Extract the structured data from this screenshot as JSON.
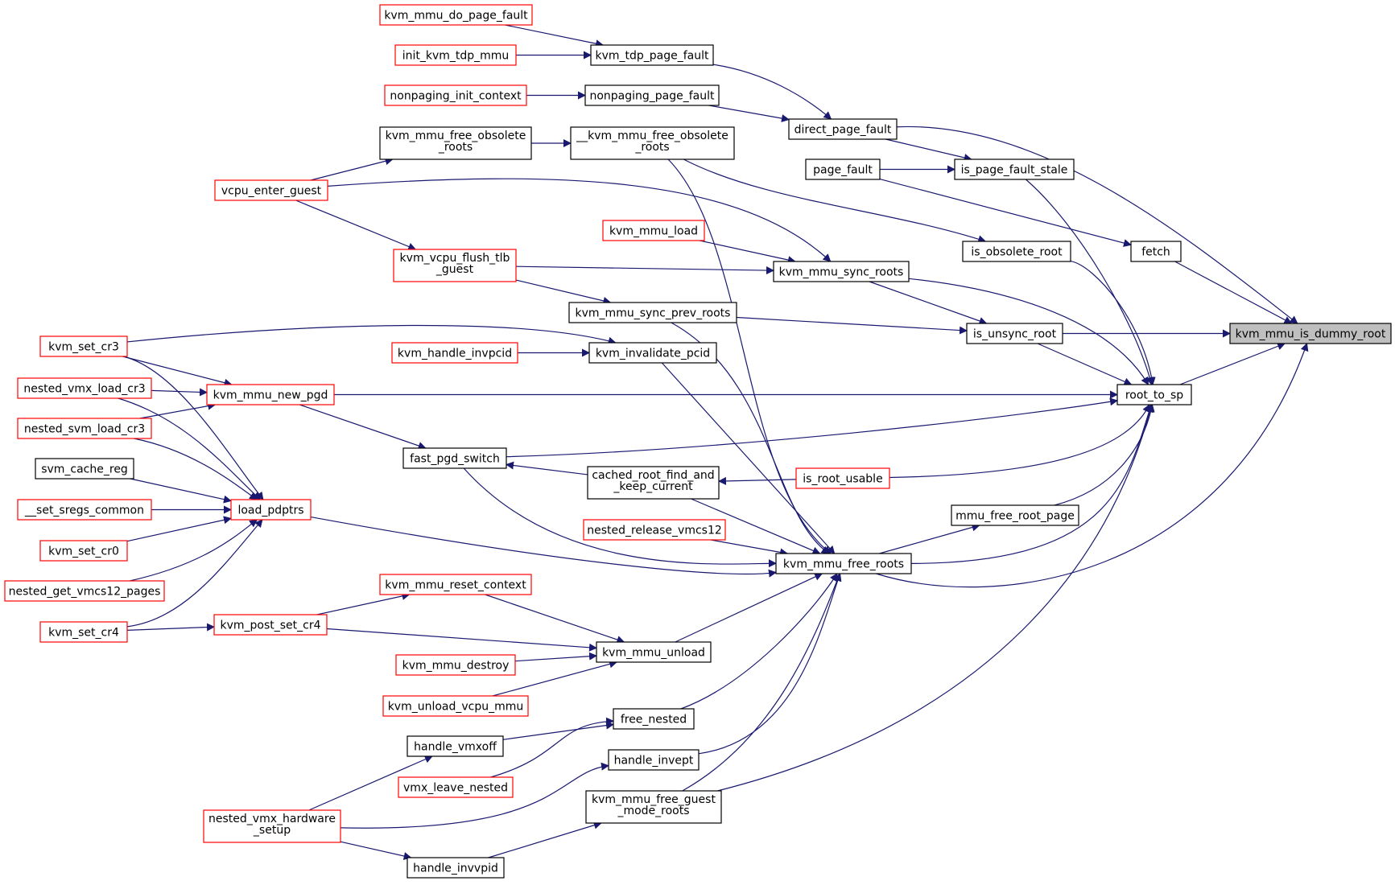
{
  "colors": {
    "edge": "#191970",
    "link_node_border": "#ff0000",
    "doc_node_border": "#000000",
    "root_fill": "#bfbfbf"
  },
  "nodes": {
    "kvm_mmu_is_dummy_root": "kvm_mmu_is_dummy_root",
    "root_to_sp": "root_to_sp",
    "is_unsync_root": "is_unsync_root",
    "fetch": "fetch",
    "is_obsolete_root": "is_obsolete_root",
    "is_page_fault_stale": "is_page_fault_stale",
    "page_fault": "page_fault",
    "direct_page_fault": "direct_page_fault",
    "kvm_tdp_page_fault": "kvm_tdp_page_fault",
    "kvm_mmu_do_page_fault": "kvm_mmu_do_page_fault",
    "init_kvm_tdp_mmu": "init_kvm_tdp_mmu",
    "nonpaging_page_fault": "nonpaging_page_fault",
    "nonpaging_init_context": "nonpaging_init_context",
    "kvm_mmu_free_obsolete_roots_inner": [
      "__kvm_mmu_free_obsolete",
      "_roots"
    ],
    "kvm_mmu_free_obsolete_roots": [
      "kvm_mmu_free_obsolete",
      "_roots"
    ],
    "vcpu_enter_guest": "vcpu_enter_guest",
    "kvm_mmu_load": "kvm_mmu_load",
    "kvm_mmu_sync_roots": "kvm_mmu_sync_roots",
    "kvm_vcpu_flush_tlb_guest": [
      "kvm_vcpu_flush_tlb",
      "_guest"
    ],
    "kvm_mmu_sync_prev_roots": "kvm_mmu_sync_prev_roots",
    "kvm_set_cr3": "kvm_set_cr3",
    "kvm_handle_invpcid": "kvm_handle_invpcid",
    "kvm_invalidate_pcid": "kvm_invalidate_pcid",
    "nested_vmx_load_cr3": "nested_vmx_load_cr3",
    "kvm_mmu_new_pgd": "kvm_mmu_new_pgd",
    "nested_svm_load_cr3": "nested_svm_load_cr3",
    "fast_pgd_switch": "fast_pgd_switch",
    "svm_cache_reg": "svm_cache_reg",
    "cached_root_find_and_keep_current": [
      "cached_root_find_and",
      "_keep_current"
    ],
    "is_root_usable": "is_root_usable",
    "set_sregs_common": "__set_sregs_common",
    "load_pdptrs": "load_pdptrs",
    "mmu_free_root_page": "mmu_free_root_page",
    "kvm_set_cr0": "kvm_set_cr0",
    "nested_release_vmcs12": "nested_release_vmcs12",
    "nested_get_vmcs12_pages": "nested_get_vmcs12_pages",
    "kvm_mmu_free_roots": "kvm_mmu_free_roots",
    "kvm_mmu_reset_context": "kvm_mmu_reset_context",
    "kvm_set_cr4": "kvm_set_cr4",
    "kvm_post_set_cr4": "kvm_post_set_cr4",
    "kvm_mmu_unload": "kvm_mmu_unload",
    "kvm_mmu_destroy": "kvm_mmu_destroy",
    "kvm_unload_vcpu_mmu": "kvm_unload_vcpu_mmu",
    "free_nested": "free_nested",
    "handle_vmxoff": "handle_vmxoff",
    "handle_invept": "handle_invept",
    "vmx_leave_nested": "vmx_leave_nested",
    "kvm_mmu_free_guest_mode_roots": [
      "kvm_mmu_free_guest",
      "_mode_roots"
    ],
    "nested_vmx_hardware_setup": [
      "nested_vmx_hardware",
      "_setup"
    ],
    "handle_invvpid": "handle_invvpid"
  }
}
